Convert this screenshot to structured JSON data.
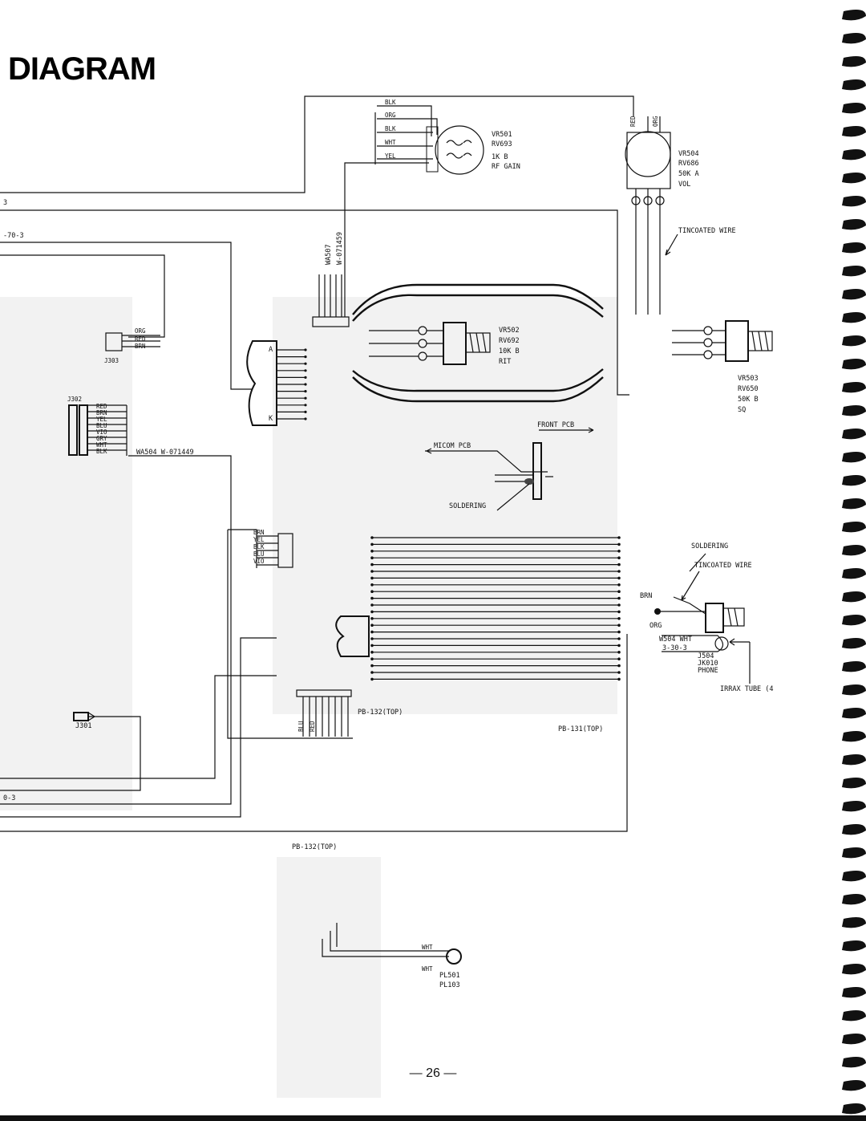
{
  "title": "DIAGRAM",
  "page_number": "— 26 —",
  "left_edge_labels": [
    "3",
    "-70-3",
    "0-3"
  ],
  "controls": {
    "vr501": [
      "VR501",
      "RV693",
      "1K B",
      "RF GAIN"
    ],
    "vr504": [
      "VR504",
      "RV686",
      "50K A",
      "VOL"
    ],
    "vr502": [
      "VR502",
      "RV692",
      "10K B",
      "RIT"
    ],
    "vr503": [
      "VR503",
      "RV650",
      "50K B",
      "SQ"
    ]
  },
  "vr501_wires": [
    "BLK",
    "ORG",
    "BLK",
    "WHT",
    "YEL"
  ],
  "vr504_wires": [
    "RED",
    "ORG"
  ],
  "wa507": [
    "WA507",
    "W-071459"
  ],
  "j303": {
    "name": "J303",
    "wires": [
      "ORG",
      "RED",
      "BRN"
    ]
  },
  "j302": {
    "name": "J302",
    "wires": [
      "RED",
      "BRN",
      "YEL",
      "BLU",
      "VIO",
      "GRY",
      "WHT",
      "BLK"
    ]
  },
  "wa504": "WA504 W-071449",
  "connector_ends": [
    "A",
    "K"
  ],
  "side_detail": {
    "front_pcb": "FRONT PCB",
    "micom_pcb": "MICOM PCB",
    "soldering": "SOLDERING"
  },
  "tincoated_wire": "TINCOATED WIRE",
  "right_detail": {
    "soldering": "SOLDERING",
    "tincoated_wire": "TINCOATED WIRE",
    "brn": "BRN",
    "org": "ORG",
    "w504": "W504 WHT",
    "w504_code": "3-30-3",
    "jack": [
      "J504",
      "JK010",
      "PHONE"
    ],
    "tube": "IRRAX TUBE (4"
  },
  "lower_wires": [
    "BRN",
    "YEL",
    "BLK",
    "BLU",
    "VIO"
  ],
  "bottom_wires": [
    "BLU",
    "RED"
  ],
  "j301": "J301",
  "pcb_labels": {
    "pb132_top": "PB-132(TOP)",
    "pb131_top": "PB-131(TOP)",
    "pb132_top_2": "PB-132(TOP)"
  },
  "pl501": {
    "wires": [
      "WHT",
      "WHT"
    ],
    "names": [
      "PL501",
      "PL103"
    ]
  }
}
